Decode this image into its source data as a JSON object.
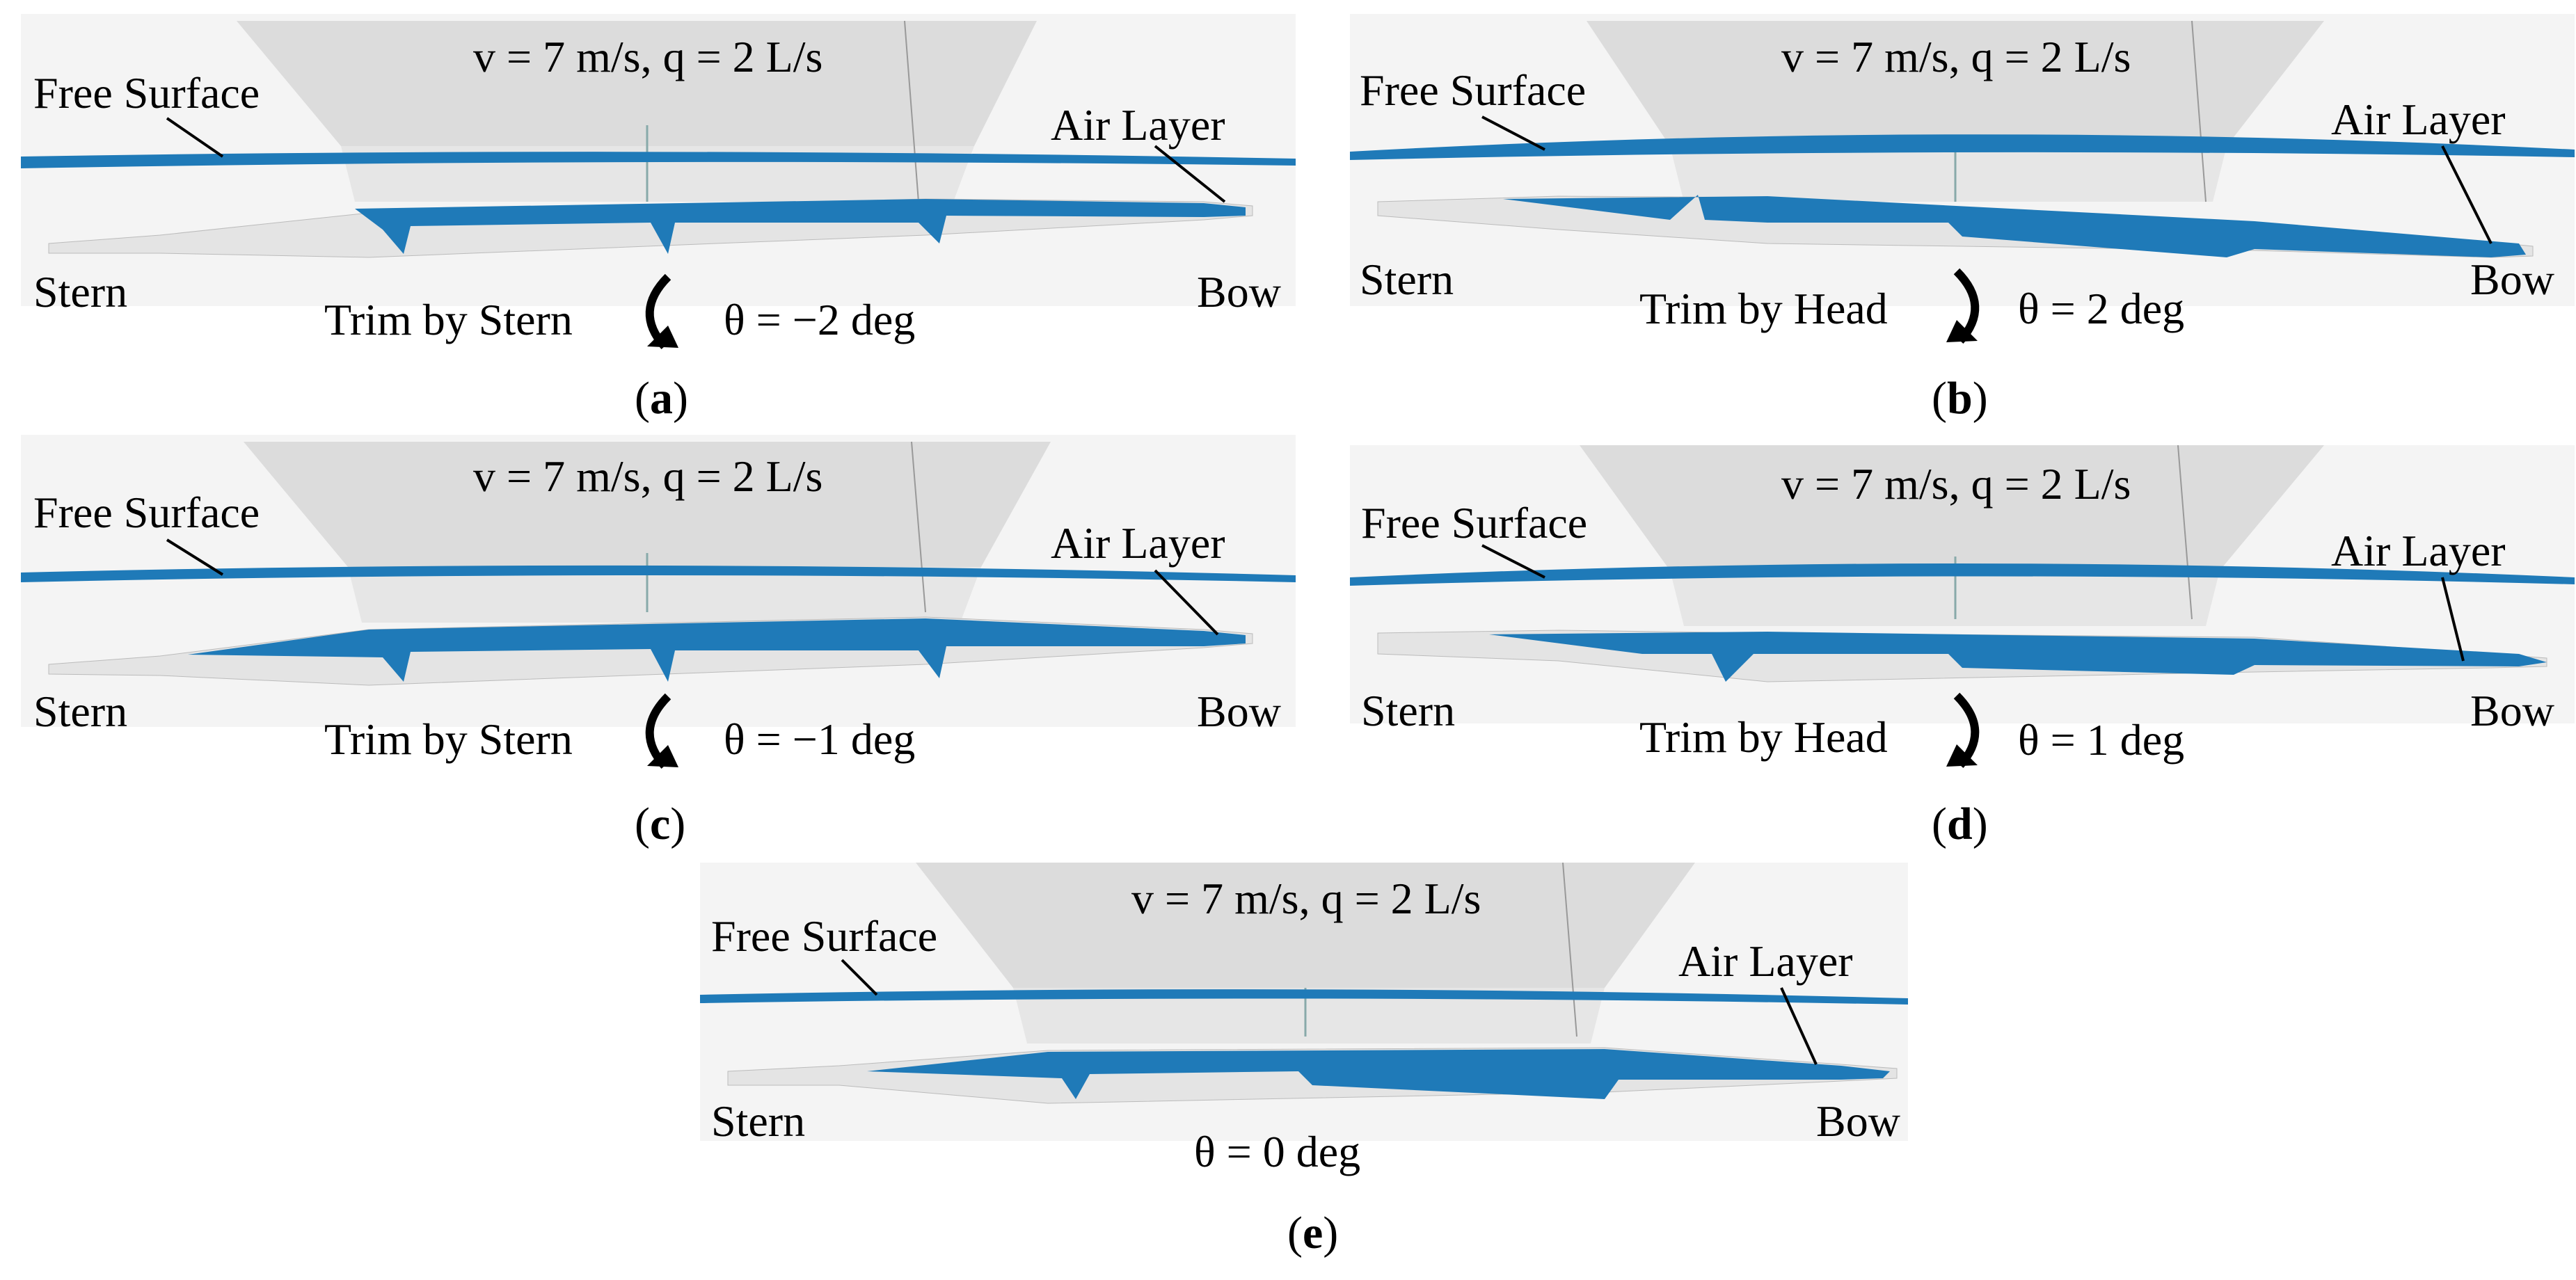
{
  "figure": {
    "panels": [
      {
        "id": "a",
        "condition": "v = 7 m/s, q = 2 L/s",
        "free_surface": "Free Surface",
        "air_layer": "Air Layer",
        "stern": "Stern",
        "bow": "Bow",
        "trim": "Trim by Stern",
        "theta": "θ = −2 deg",
        "caption_letter": "a",
        "trim_direction": "stern"
      },
      {
        "id": "b",
        "condition": "v = 7 m/s, q = 2 L/s",
        "free_surface": "Free Surface",
        "air_layer": "Air Layer",
        "stern": "Stern",
        "bow": "Bow",
        "trim": "Trim by Head",
        "theta": "θ = 2 deg",
        "caption_letter": "b",
        "trim_direction": "head"
      },
      {
        "id": "c",
        "condition": "v = 7 m/s, q = 2 L/s",
        "free_surface": "Free Surface",
        "air_layer": "Air Layer",
        "stern": "Stern",
        "bow": "Bow",
        "trim": "Trim by Stern",
        "theta": "θ = −1 deg",
        "caption_letter": "c",
        "trim_direction": "stern"
      },
      {
        "id": "d",
        "condition": "v = 7 m/s, q = 2 L/s",
        "free_surface": "Free Surface",
        "air_layer": "Air Layer",
        "stern": "Stern",
        "bow": "Bow",
        "trim": "Trim by Head",
        "theta": "θ = 1 deg",
        "caption_letter": "d",
        "trim_direction": "head"
      },
      {
        "id": "e",
        "condition": "v = 7 m/s, q = 2 L/s",
        "free_surface": "Free Surface",
        "air_layer": "Air Layer",
        "stern": "Stern",
        "bow": "Bow",
        "trim": "",
        "theta": "θ = 0 deg",
        "caption_letter": "e",
        "trim_direction": "none"
      }
    ],
    "colors": {
      "air_layer": "#1f7ab8",
      "hull": "#e4e4e4",
      "background": "#f3f3f3",
      "strut": "#d6d6d6"
    }
  }
}
